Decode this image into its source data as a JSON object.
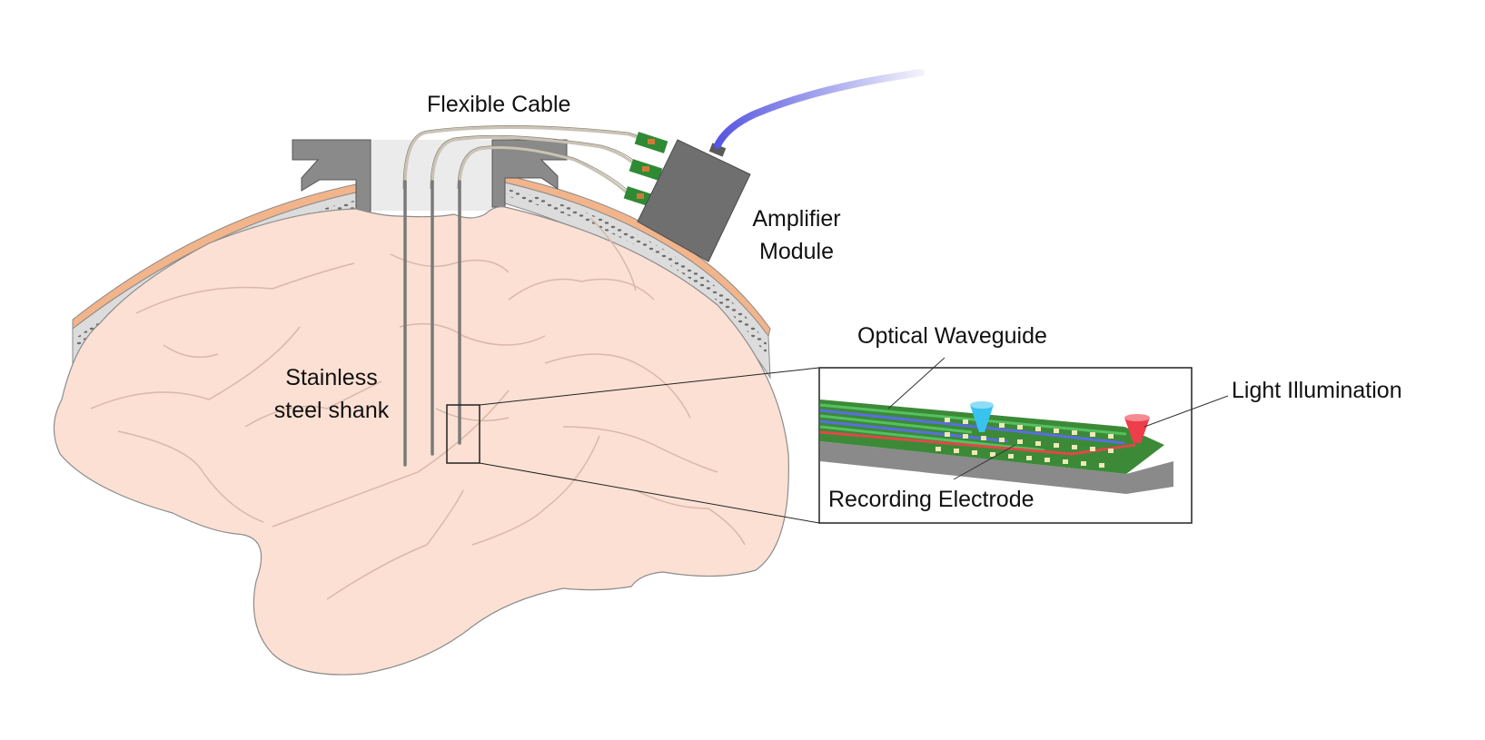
{
  "labels": {
    "flexible_cable": "Flexible Cable",
    "amplifier_line1": "Amplifier",
    "amplifier_line2": "Module",
    "shank_line1": "Stainless",
    "shank_line2": "steel shank",
    "optical_waveguide": "Optical Waveguide",
    "light_illumination": "Light Illumination",
    "recording_electrode": "Recording Electrode"
  },
  "colors": {
    "brain_fill": "#fbe0d3",
    "brain_outline": "#8c8c8c",
    "brain_folds": "#d9b8aa",
    "skull_outer": "#f2b48a",
    "skull_body": "#dcdcdc",
    "skull_pores": "#6d6d6d",
    "headstage": "#8a8a8a",
    "amplifier": "#6f6f6f",
    "shank": "#7a7a7a",
    "cable": "#c9c3b6",
    "pcb_green": "#2f8a34",
    "optical_fiber": "#6a6ae6",
    "probe_top": "#3c8a38",
    "probe_side": "#8a8a8a",
    "waveguide_blue": "#5a6de0",
    "trace_red": "#e04848",
    "trace_green": "#55c060",
    "light_cyan": "#38c2ee",
    "light_red": "#ee3d4b",
    "inset_frame": "#222222"
  }
}
